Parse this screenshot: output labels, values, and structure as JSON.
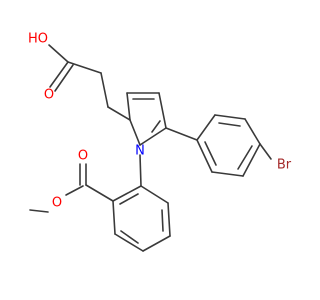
{
  "atom_labels": {
    "hydroxyl": "HO",
    "carbonyl_oxygen_acid": "O",
    "ring_nitrogen": "N",
    "bromine": "Br",
    "carbonyl_oxygen_ester": "O",
    "ester_oxygen": "O"
  },
  "colors": {
    "bond": "#3a3a3a",
    "oxygen": "#ff0000",
    "nitrogen": "#0000ff",
    "bromine": "#a52a2a"
  }
}
